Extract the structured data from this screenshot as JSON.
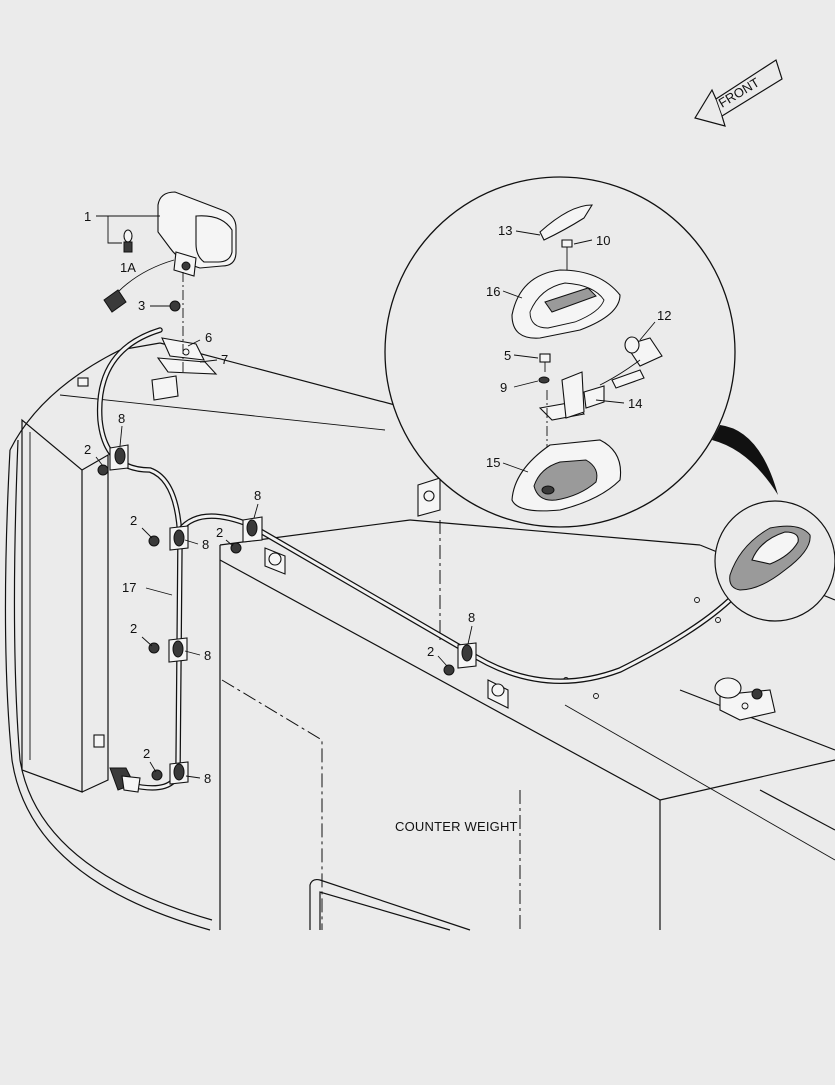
{
  "diagram": {
    "direction_label": "FRONT",
    "component_label": "COUNTER WEIGHT",
    "callouts": [
      {
        "id": "c1",
        "text": "1"
      },
      {
        "id": "c1a",
        "text": "1A"
      },
      {
        "id": "c3",
        "text": "3"
      },
      {
        "id": "c6",
        "text": "6"
      },
      {
        "id": "c7",
        "text": "7"
      },
      {
        "id": "c8a",
        "text": "8"
      },
      {
        "id": "c2a",
        "text": "2"
      },
      {
        "id": "c8b",
        "text": "8"
      },
      {
        "id": "c2b",
        "text": "2"
      },
      {
        "id": "c8c",
        "text": "8"
      },
      {
        "id": "c2c",
        "text": "2"
      },
      {
        "id": "c17",
        "text": "17"
      },
      {
        "id": "c2d",
        "text": "2"
      },
      {
        "id": "c8d",
        "text": "8"
      },
      {
        "id": "c2e",
        "text": "2"
      },
      {
        "id": "c8e",
        "text": "8"
      },
      {
        "id": "c2f",
        "text": "2"
      },
      {
        "id": "c8f",
        "text": "8"
      },
      {
        "id": "c13",
        "text": "13"
      },
      {
        "id": "c10",
        "text": "10"
      },
      {
        "id": "c16",
        "text": "16"
      },
      {
        "id": "c12",
        "text": "12"
      },
      {
        "id": "c5",
        "text": "5"
      },
      {
        "id": "c9",
        "text": "9"
      },
      {
        "id": "c14",
        "text": "14"
      },
      {
        "id": "c15",
        "text": "15"
      }
    ]
  }
}
